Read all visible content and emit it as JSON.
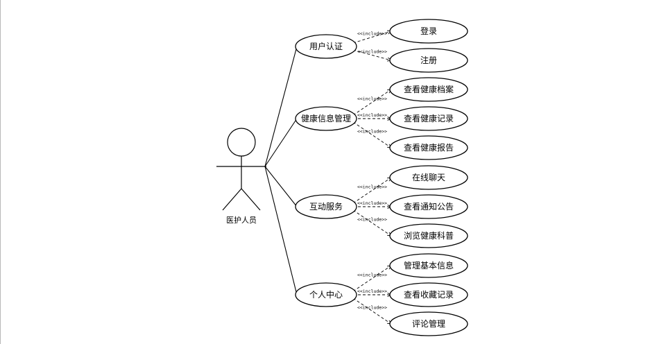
{
  "actor": {
    "name": "医护人员"
  },
  "include_stereotype": "<<include>>",
  "use_cases": [
    {
      "id": "auth",
      "label": "用户认证",
      "includes": [
        {
          "id": "login",
          "label": "登录"
        },
        {
          "id": "register",
          "label": "注册"
        }
      ]
    },
    {
      "id": "health",
      "label": "健康信息管理",
      "includes": [
        {
          "id": "view-archive",
          "label": "查看健康档案"
        },
        {
          "id": "view-record",
          "label": "查看健康记录"
        },
        {
          "id": "view-report",
          "label": "查看健康报告"
        }
      ]
    },
    {
      "id": "interact",
      "label": "互动服务",
      "includes": [
        {
          "id": "chat",
          "label": "在线聊天"
        },
        {
          "id": "notice",
          "label": "查看通知公告"
        },
        {
          "id": "science",
          "label": "浏览健康科普"
        }
      ]
    },
    {
      "id": "personal",
      "label": "个人中心",
      "includes": [
        {
          "id": "basic-info",
          "label": "管理基本信息"
        },
        {
          "id": "favorites",
          "label": "查看收藏记录"
        },
        {
          "id": "comments",
          "label": "评论管理"
        }
      ]
    }
  ]
}
